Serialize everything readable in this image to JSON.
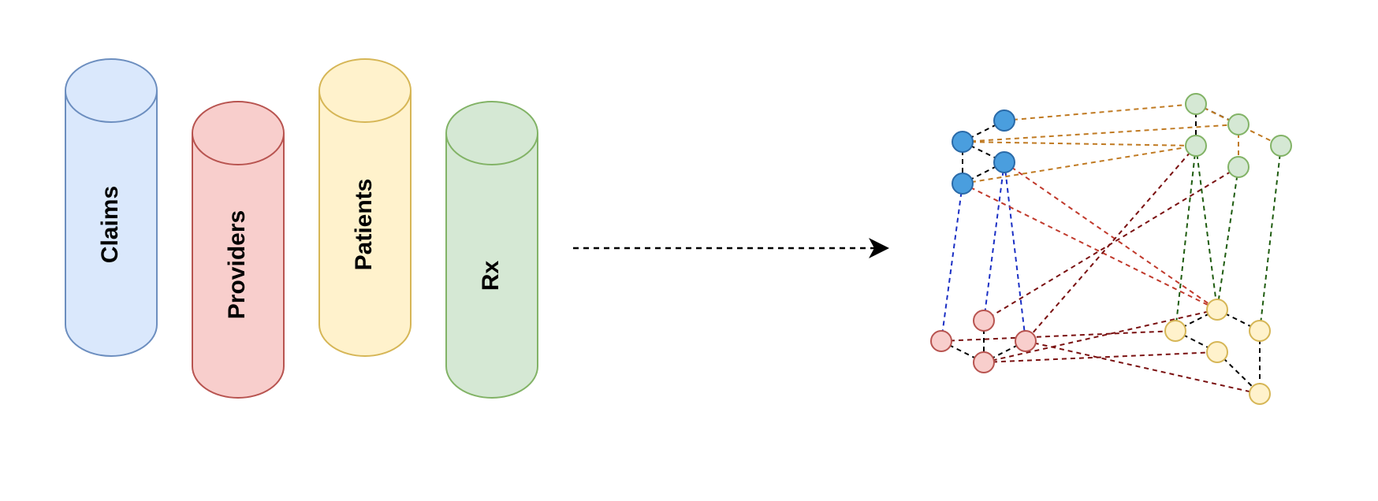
{
  "databases": [
    {
      "name": "claims",
      "label": "Claims",
      "fill": "#dae8fc",
      "stroke": "#6c8ebf"
    },
    {
      "name": "providers",
      "label": "Providers",
      "fill": "#f8cecc",
      "stroke": "#b85450"
    },
    {
      "name": "patients",
      "label": "Patients",
      "fill": "#fff2cc",
      "stroke": "#d6b656"
    },
    {
      "name": "rx",
      "label": "Rx",
      "fill": "#d5e8d4",
      "stroke": "#82b366"
    }
  ],
  "arrow": {
    "color": "#000000",
    "style": "dashed"
  },
  "graph": {
    "node_groups": [
      {
        "name": "blue",
        "fill": "#4a9ede",
        "stroke": "#2a6aa8"
      },
      {
        "name": "green",
        "fill": "#d5e8d4",
        "stroke": "#82b366"
      },
      {
        "name": "pink",
        "fill": "#f8cecc",
        "stroke": "#b85450"
      },
      {
        "name": "yellow",
        "fill": "#fff2cc",
        "stroke": "#d6b656"
      }
    ],
    "edge_colors": {
      "black": "#000000",
      "orange": "#c07a22",
      "blue": "#1a2fc4",
      "red": "#c0392b",
      "darkred": "#7a1010",
      "green": "#1f5c10"
    }
  }
}
